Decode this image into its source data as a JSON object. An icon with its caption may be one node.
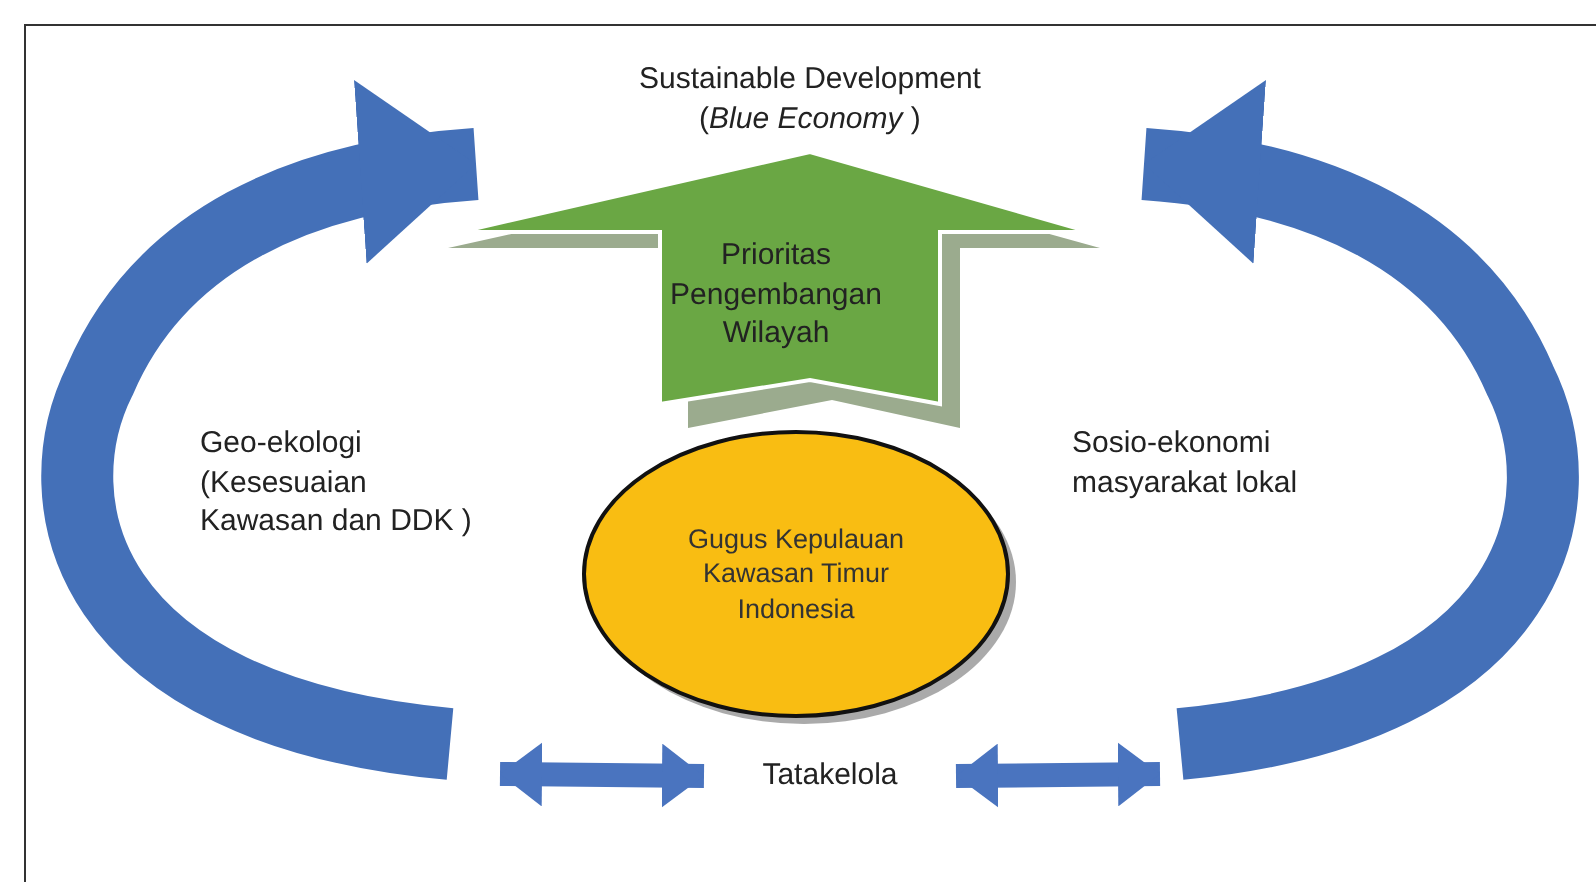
{
  "diagram": {
    "nodes": [
      {
        "text": [
          "Sustainable Development",
          "(*Blue Economy* )"
        ]
      },
      {
        "text": [
          "Prioritas Pengembangan Wilayah"
        ]
      },
      {
        "text": [
          "Gugus Kepulauan Kawasan Timur Indonesia"
        ]
      },
      {
        "text": [
          "Geo-ekologi (Kesesuaian Kawasan dan DDK )"
        ]
      },
      {
        "text": [
          "Sosio-ekonomi masyarakat lokal"
        ]
      },
      {
        "text": [
          "Tatakelola"
        ]
      }
    ],
    "edges": [
      {
        "from": null,
        "to": 0,
        "arrow": "to",
        "style": "thick"
      },
      {
        "from": null,
        "to": 0,
        "arrow": "to",
        "style": "thick"
      },
      {
        "from": 5,
        "to": null,
        "arrow": "both"
      },
      {
        "from": 5,
        "to": null,
        "arrow": "both"
      }
    ]
  }
}
